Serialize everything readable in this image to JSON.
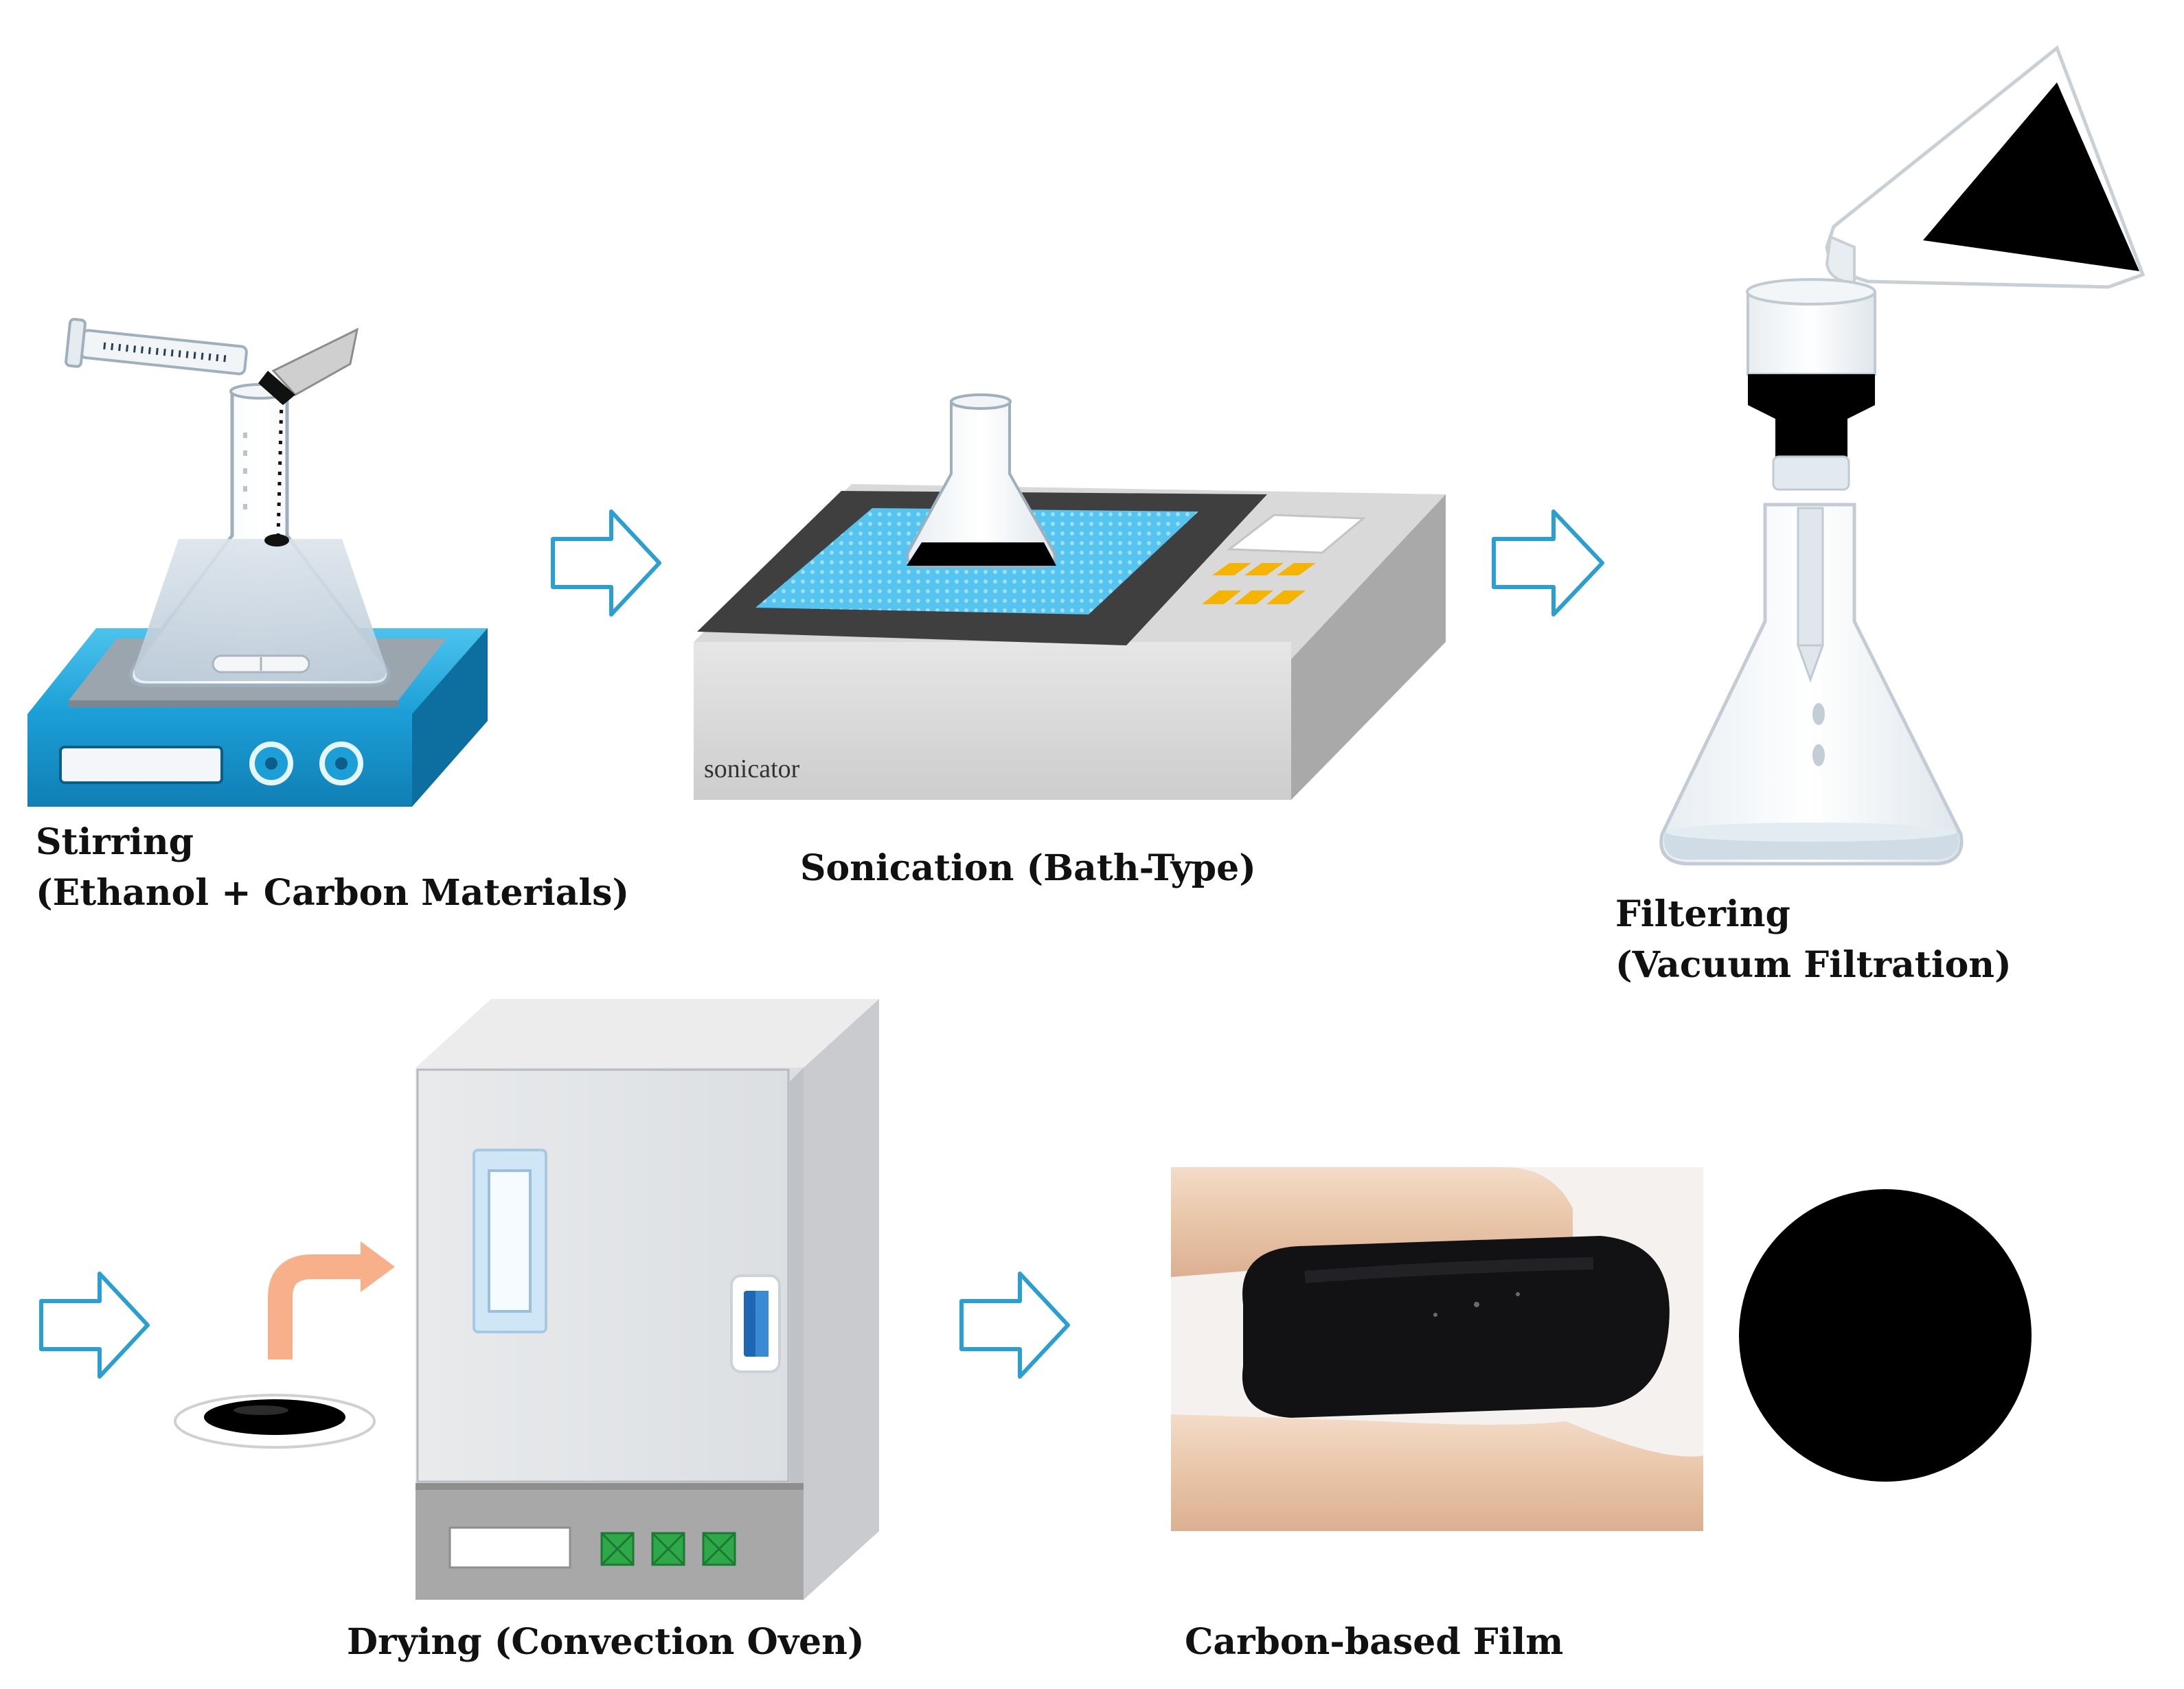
{
  "steps": {
    "stirring": {
      "title": "Stirring",
      "subtitle": "(Ethanol + Carbon Materials)"
    },
    "sonication": {
      "title": "Sonication (Bath-Type)",
      "device_label": "sonicator"
    },
    "filtering": {
      "title": "Filtering",
      "subtitle": "(Vacuum Filtration)"
    },
    "drying": {
      "title": "Drying (Convection Oven)"
    },
    "film": {
      "title": "Carbon-based Film"
    }
  },
  "colors": {
    "arrow_stroke": "#2a9fd0",
    "stirrer_body": "#1aa3d9",
    "bath_liquid": "#5bc8ef",
    "carbon": "#000000",
    "transfer_arrow": "#f7b08a",
    "oven_button": "#2fa84a",
    "oven_handle": "#1e67b5",
    "sonicator_keys": "#f5b400"
  },
  "icons": [
    "process-arrow-icon",
    "transfer-arrow-icon"
  ]
}
